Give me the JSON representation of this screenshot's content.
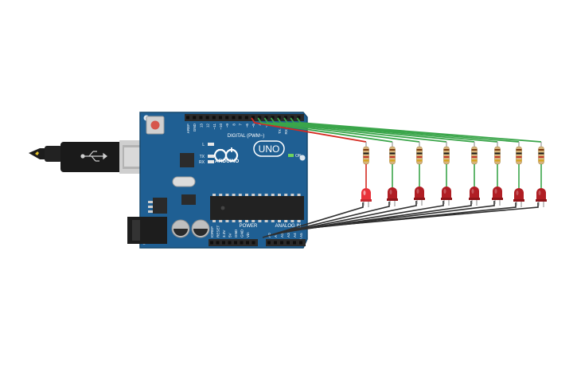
{
  "board": {
    "logo_text": "UNO",
    "brand_text": "ARDUINO",
    "digital_label": "DIGITAL (PWM~)",
    "power_label": "POWER",
    "analog_label": "ANALOG IN",
    "on_label": "ON",
    "led_labels": [
      "L",
      "TX",
      "RX"
    ],
    "digital_pin_labels": [
      "AREF",
      "GND",
      "13",
      "12",
      "~11",
      "~10",
      "~9",
      "8",
      "7",
      "~6",
      "~5",
      "4",
      "~3",
      "2",
      "TX→1",
      "RX←0"
    ],
    "power_pin_labels": [
      "IOREF",
      "RESET",
      "3.3V",
      "5V",
      "GND",
      "GND",
      "Vin"
    ],
    "analog_pin_labels": [
      "A0",
      "A1",
      "A2",
      "A3",
      "A4",
      "A5"
    ]
  },
  "circuit": {
    "led_count": 8,
    "led_lit_index": 0,
    "colors": {
      "board": "#1f5f93",
      "board_edge": "#17486f",
      "led_off": "#b01e24",
      "led_on": "#e8323a",
      "wire_signal": "#3aa54a",
      "wire_signal_active": "#d42a20",
      "wire_ground": "#2f2f2f",
      "resistor_body": "#d7b47a",
      "header": "#2a2a2a"
    }
  }
}
